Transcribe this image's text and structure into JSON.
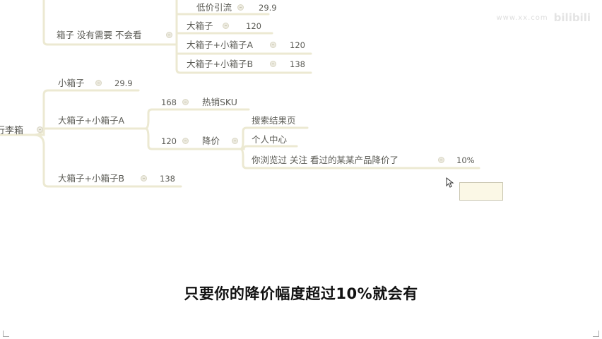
{
  "watermark": {
    "text": "www.xx.com",
    "logo": "bilibili"
  },
  "mindmap": {
    "root_label": "行李箱",
    "top": {
      "low_price": {
        "label": "低价引流",
        "value": "29.9"
      },
      "boxes": {
        "label": "箱子 没有需要 不会看"
      },
      "big": {
        "label": "大箱子",
        "value": "120"
      },
      "big_small_a": {
        "label": "大箱子+小箱子A",
        "value": "120"
      },
      "big_small_b": {
        "label": "大箱子+小箱子B",
        "value": "138"
      }
    },
    "small": {
      "label": "小箱子",
      "value": "29.9"
    },
    "combo_a": {
      "label": "大箱子+小箱子A",
      "hot": {
        "value": "168",
        "label": "热销SKU"
      },
      "price_drop": {
        "value": "120",
        "label": "降价"
      },
      "channels": [
        "搜索结果页",
        "个人中心",
        "你浏览过 关注 看过的某某产品降价了"
      ],
      "discount": "10%"
    },
    "combo_b": {
      "label": "大箱子+小箱子B",
      "value": "138"
    }
  },
  "subtitle": "只要你的降价幅度超过10%就会有",
  "colors": {
    "branch": "#ece9d2",
    "box_fill": "#fbf8e6",
    "text": "#5b5b55"
  },
  "icons": {
    "collapse_dot": "minus-circle-icon",
    "cursor": "mouse-pointer-icon"
  }
}
